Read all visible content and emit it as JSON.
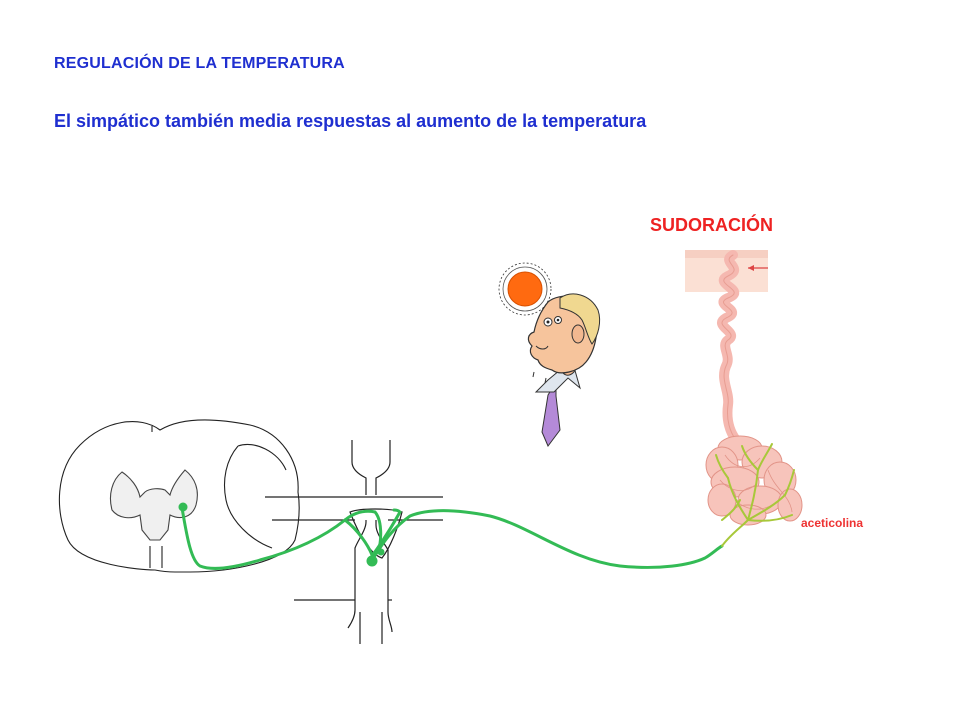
{
  "slide": {
    "title": "REGULACIÓN  DE LA TEMPERATURA",
    "subtitle": "El simpático también media respuestas al aumento de la temperatura"
  },
  "diagram": {
    "effector_label": "SUDORACIÓN",
    "neurotransmitter_label": "aceticolina",
    "colors": {
      "text_heading": "#1f2fd0",
      "text_accent": "#ee2222",
      "neuron": "#33bb55",
      "gland": "#f5b8b0",
      "nerve_terminals": "#a8c83a",
      "sun": "#ff6a10",
      "tie": "#b48ad8"
    },
    "icons": [
      "spinal-cord-section",
      "sympathetic-ganglion",
      "hot-man-with-sun",
      "sweat-gland"
    ]
  }
}
